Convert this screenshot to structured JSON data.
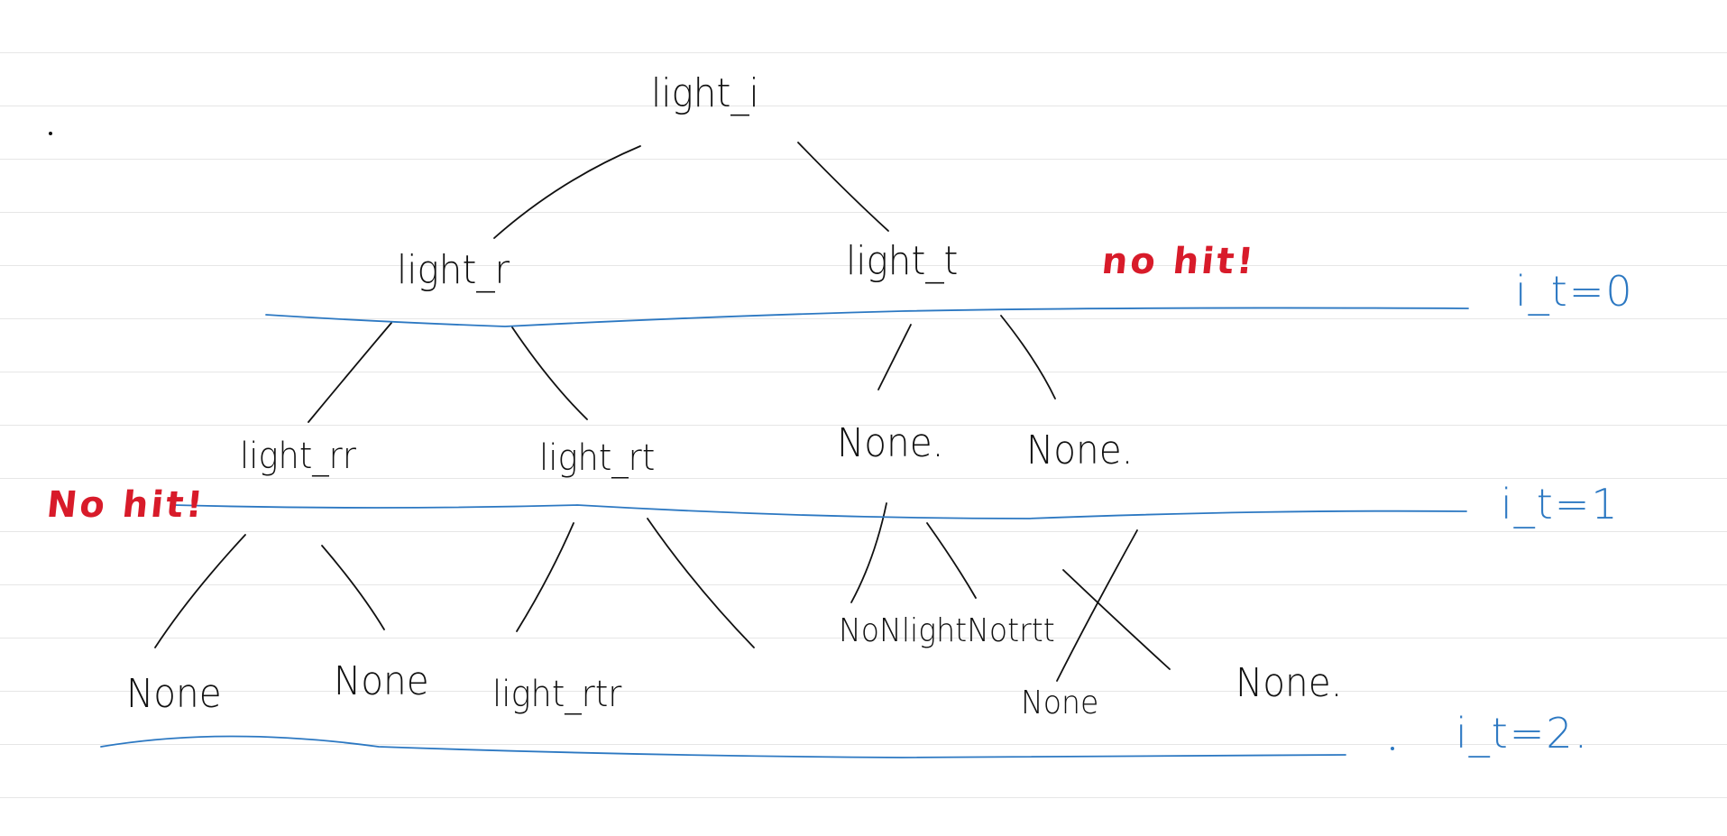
{
  "colors": {
    "ink": "#111111",
    "annotation_red": "#d81b2a",
    "annotation_blue": "#2c78c2",
    "rule_line": "#e6e6e6"
  },
  "tree": {
    "root": "light_i",
    "level1": {
      "left": "light_r",
      "right": "light_t"
    },
    "level2": {
      "rr": "light_rr",
      "rt": "light_rt",
      "t_none_left": "None.",
      "t_none_right": "None."
    },
    "level3": {
      "rr_none_left": "None",
      "rr_none_right": "None",
      "rtr": "light_rtr",
      "overlap": "NoNlightNotrtt",
      "crossed_none": "None",
      "none_far_right": "None."
    }
  },
  "annotations": {
    "no_hit_top": "no hit!",
    "no_hit_left": "No hit!"
  },
  "depth_labels": {
    "d0": "i_t=0",
    "d1": "i_t=1",
    "d2": "i_t=2."
  }
}
